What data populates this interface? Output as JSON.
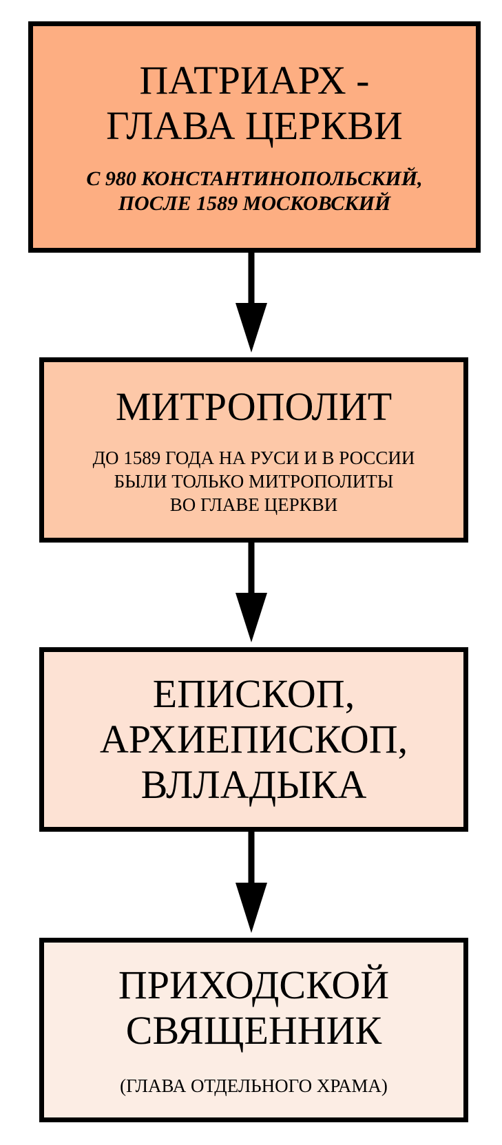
{
  "nodes": [
    {
      "title": "ПАТРИАРХ -\nГЛАВА ЦЕРКВИ",
      "subtitle": "С 980 КОНСТАНТИНОПОЛЬСКИЙ,\nПОСЛЕ 1589 МОСКОВСКИЙ"
    },
    {
      "title": "МИТРОПОЛИТ",
      "subtitle": "ДО 1589 ГОДА НА РУСИ И В РОССИИ\nБЫЛИ ТОЛЬКО МИТРОПОЛИТЫ\nВО ГЛАВЕ ЦЕРКВИ"
    },
    {
      "title": "ЕПИСКОП,\nАРХИЕПИСКОП,\nВЛЛАДЫКА"
    },
    {
      "title": "ПРИХОДСКОЙ\nСВЯЩЕННИК",
      "subtitle": "(ГЛАВА ОТДЕЛЬНОГО ХРАМА)"
    }
  ],
  "colors": {
    "node_1_fill": "#fdae82",
    "node_2_fill": "#fdc8a8",
    "node_3_fill": "#fde2d4",
    "node_4_fill": "#fcede4",
    "border": "#000000",
    "arrow": "#000000"
  }
}
